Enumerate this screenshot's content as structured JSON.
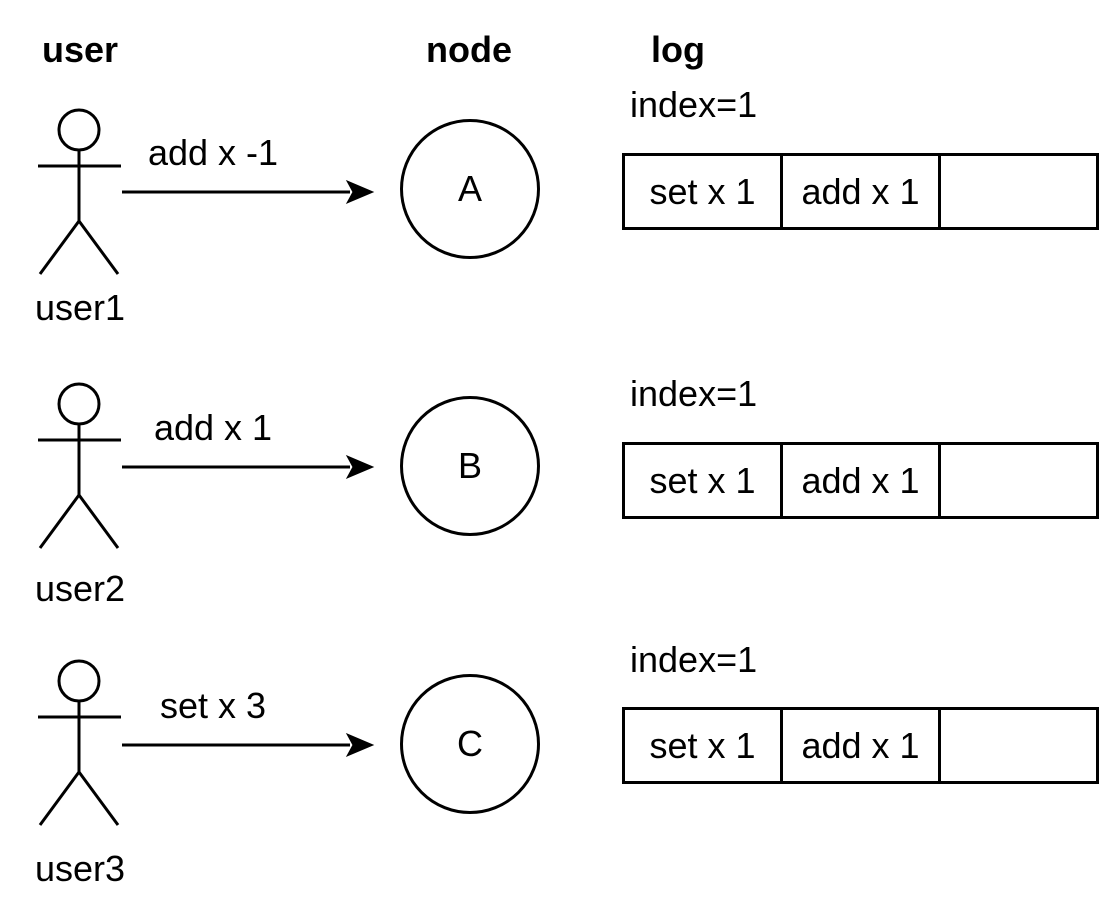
{
  "headers": {
    "user": "user",
    "node": "node",
    "log": "log"
  },
  "rows": [
    {
      "user_label": "user1",
      "message": "add x -1",
      "node_label": "A",
      "log": {
        "index_label": "index=1",
        "cells": [
          "set x 1",
          "add x 1",
          ""
        ]
      }
    },
    {
      "user_label": "user2",
      "message": "add x 1",
      "node_label": "B",
      "log": {
        "index_label": "index=1",
        "cells": [
          "set x 1",
          "add x 1",
          ""
        ]
      }
    },
    {
      "user_label": "user3",
      "message": "set x 3",
      "node_label": "C",
      "log": {
        "index_label": "index=1",
        "cells": [
          "set x 1",
          "add x 1",
          ""
        ]
      }
    }
  ],
  "icons": {
    "user": "stick-figure-icon",
    "message": "arrow-right-icon",
    "node": "circle-shape"
  },
  "colors": {
    "stroke": "#000000",
    "text": "#000000",
    "background": "#ffffff"
  }
}
